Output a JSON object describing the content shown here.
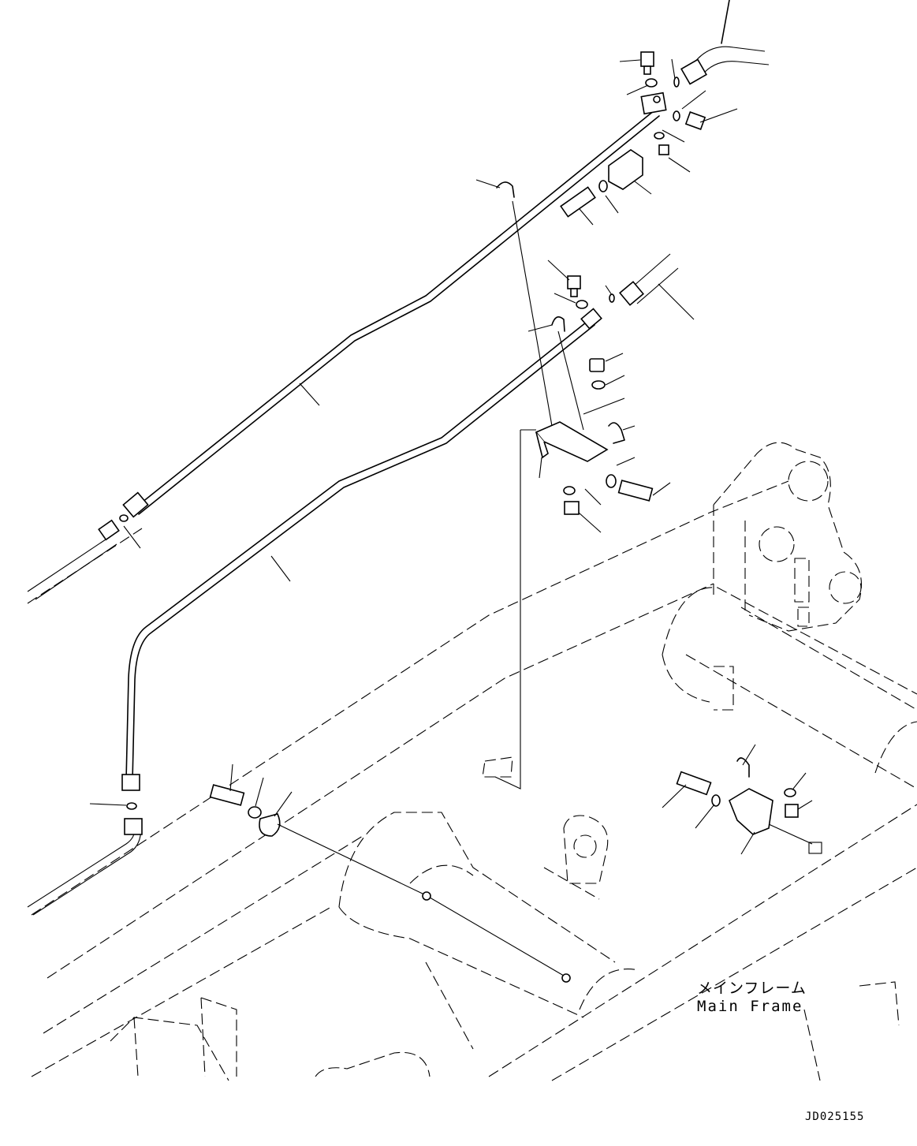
{
  "labels": {
    "main_frame_jp": "メインフレーム",
    "main_frame_en": "Main Frame",
    "drawing_number": "JD025155"
  },
  "icons": {
    "drawing": "exploded-parts-diagram"
  },
  "colors": {
    "line": "#000000",
    "background": "#ffffff"
  }
}
